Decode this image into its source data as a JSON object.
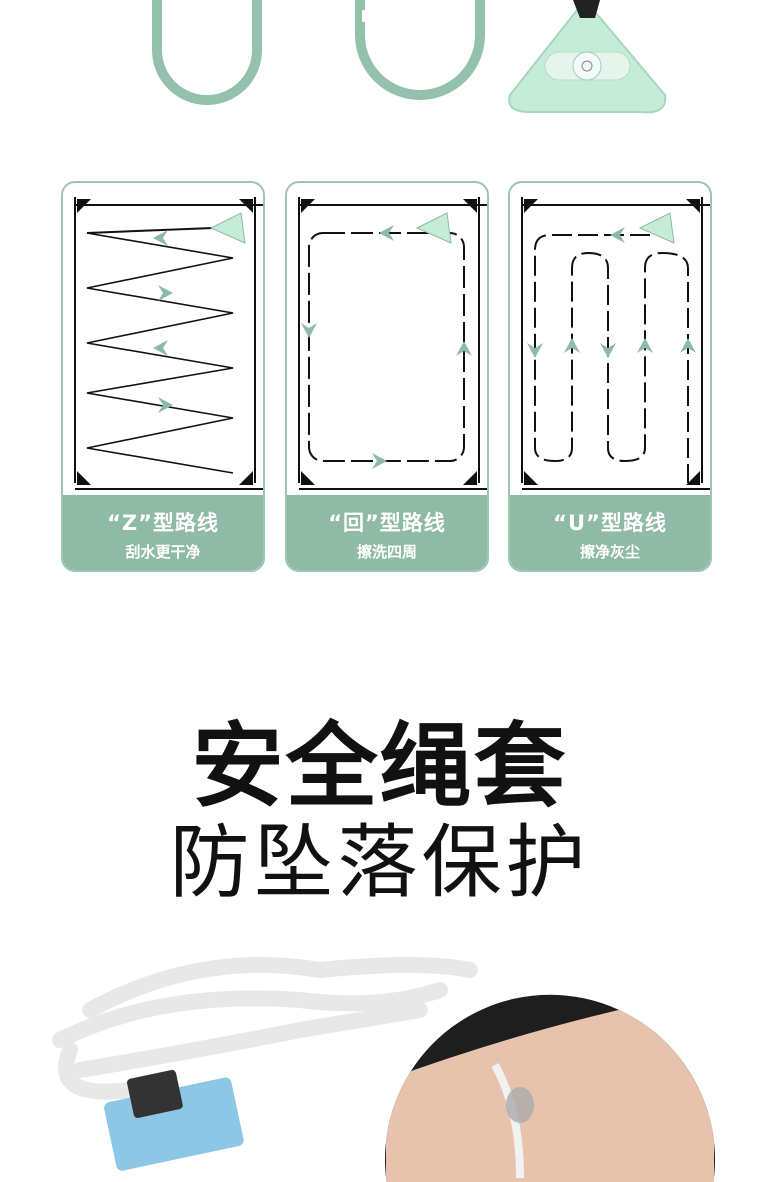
{
  "routes": [
    {
      "title": "“Z”型路线",
      "subtitle": "刮水更干净"
    },
    {
      "title": "“回”型路线",
      "subtitle": "擦洗四周"
    },
    {
      "title": "“U”型路线",
      "subtitle": "擦净灰尘"
    }
  ],
  "heading": {
    "line1": "安全绳套",
    "line2": "防坠落保护"
  },
  "colors": {
    "accent": "#8fbaa6",
    "rope_green": "#93c1ab",
    "device": "#c5ecd6"
  }
}
